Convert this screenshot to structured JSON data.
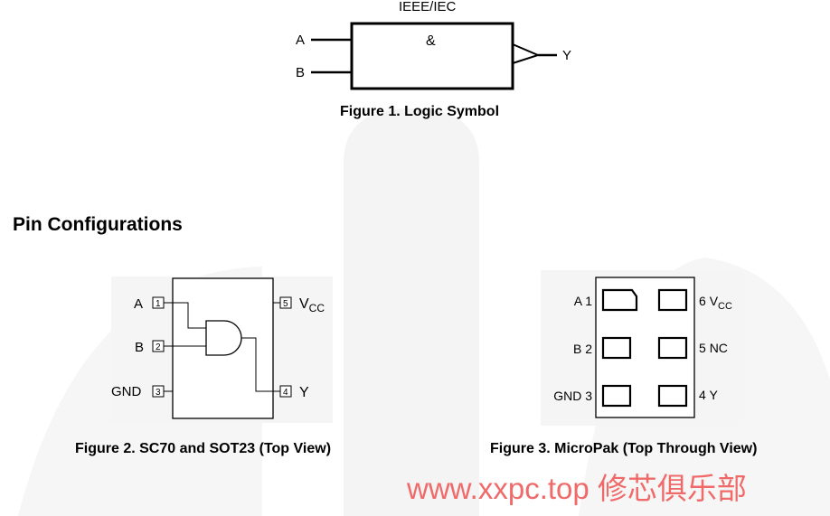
{
  "logic_symbol": {
    "standard_label": "IEEE/IEC",
    "gate_symbol": "&",
    "inputs": [
      "A",
      "B"
    ],
    "output": "Y",
    "caption": "Figure 1.  Logic Symbol"
  },
  "section_title": "Pin Configurations",
  "sc70": {
    "pins_left": [
      {
        "name": "A",
        "number": "1"
      },
      {
        "name": "B",
        "number": "2"
      },
      {
        "name": "GND",
        "number": "3"
      }
    ],
    "pins_right": [
      {
        "name": "V",
        "sub": "CC",
        "number": "5"
      },
      {
        "name": "Y",
        "sub": "",
        "number": "4"
      }
    ],
    "caption": "Figure 2.  SC70 and SOT23 (Top View)"
  },
  "micropak": {
    "pins_left": [
      {
        "name": "A",
        "number": "1"
      },
      {
        "name": "B",
        "number": "2"
      },
      {
        "name": "GND",
        "number": "3"
      }
    ],
    "pins_right": [
      {
        "number": "6",
        "name": "V",
        "sub": "CC"
      },
      {
        "number": "5",
        "name": "NC",
        "sub": ""
      },
      {
        "number": "4",
        "name": "Y",
        "sub": ""
      }
    ],
    "caption": "Figure 3.  MicroPak (Top Through View)"
  },
  "watermark": "www.xxpc.top 修芯俱乐部",
  "colors": {
    "background_arch": "#f3f3f3",
    "line": "#000000",
    "watermark": "#f06a6a"
  }
}
